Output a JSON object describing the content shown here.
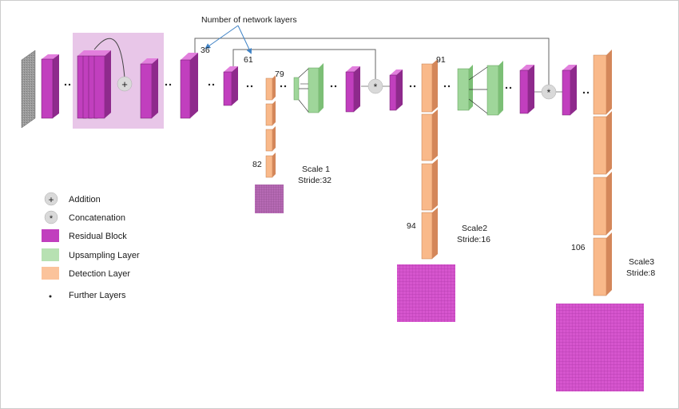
{
  "annotation": "Number of network layers",
  "layer_numbers": {
    "l36": "36",
    "l61": "61",
    "l79": "79",
    "l82": "82",
    "l91": "91",
    "l94": "94",
    "l106": "106"
  },
  "ops": {
    "addition_symbol": "+",
    "concat_symbol": "*"
  },
  "scales": [
    {
      "name": "Scale 1",
      "stride": "Stride:32"
    },
    {
      "name": "Scale2",
      "stride": "Stride:16"
    },
    {
      "name": "Scale3",
      "stride": "Stride:8"
    }
  ],
  "legend": {
    "addition": "Addition",
    "concatenation": "Concatenation",
    "residual": "Residual Block",
    "upsampling": "Upsampling Layer",
    "detection": "Detection Layer",
    "further": "Further Layers"
  },
  "colors": {
    "residual": "#c13fbe",
    "residual_dark": "#8e2a8c",
    "residual_side": "#e27fdd",
    "upsampling": "#9fd69a",
    "upsampling_dark": "#5a9a55",
    "detection": "#f9b98a",
    "detection_dark": "#d4875a",
    "highlight_box": "#e8c6e8",
    "op_circle": "#d9d9d9",
    "output_map": "#d84bd0"
  }
}
